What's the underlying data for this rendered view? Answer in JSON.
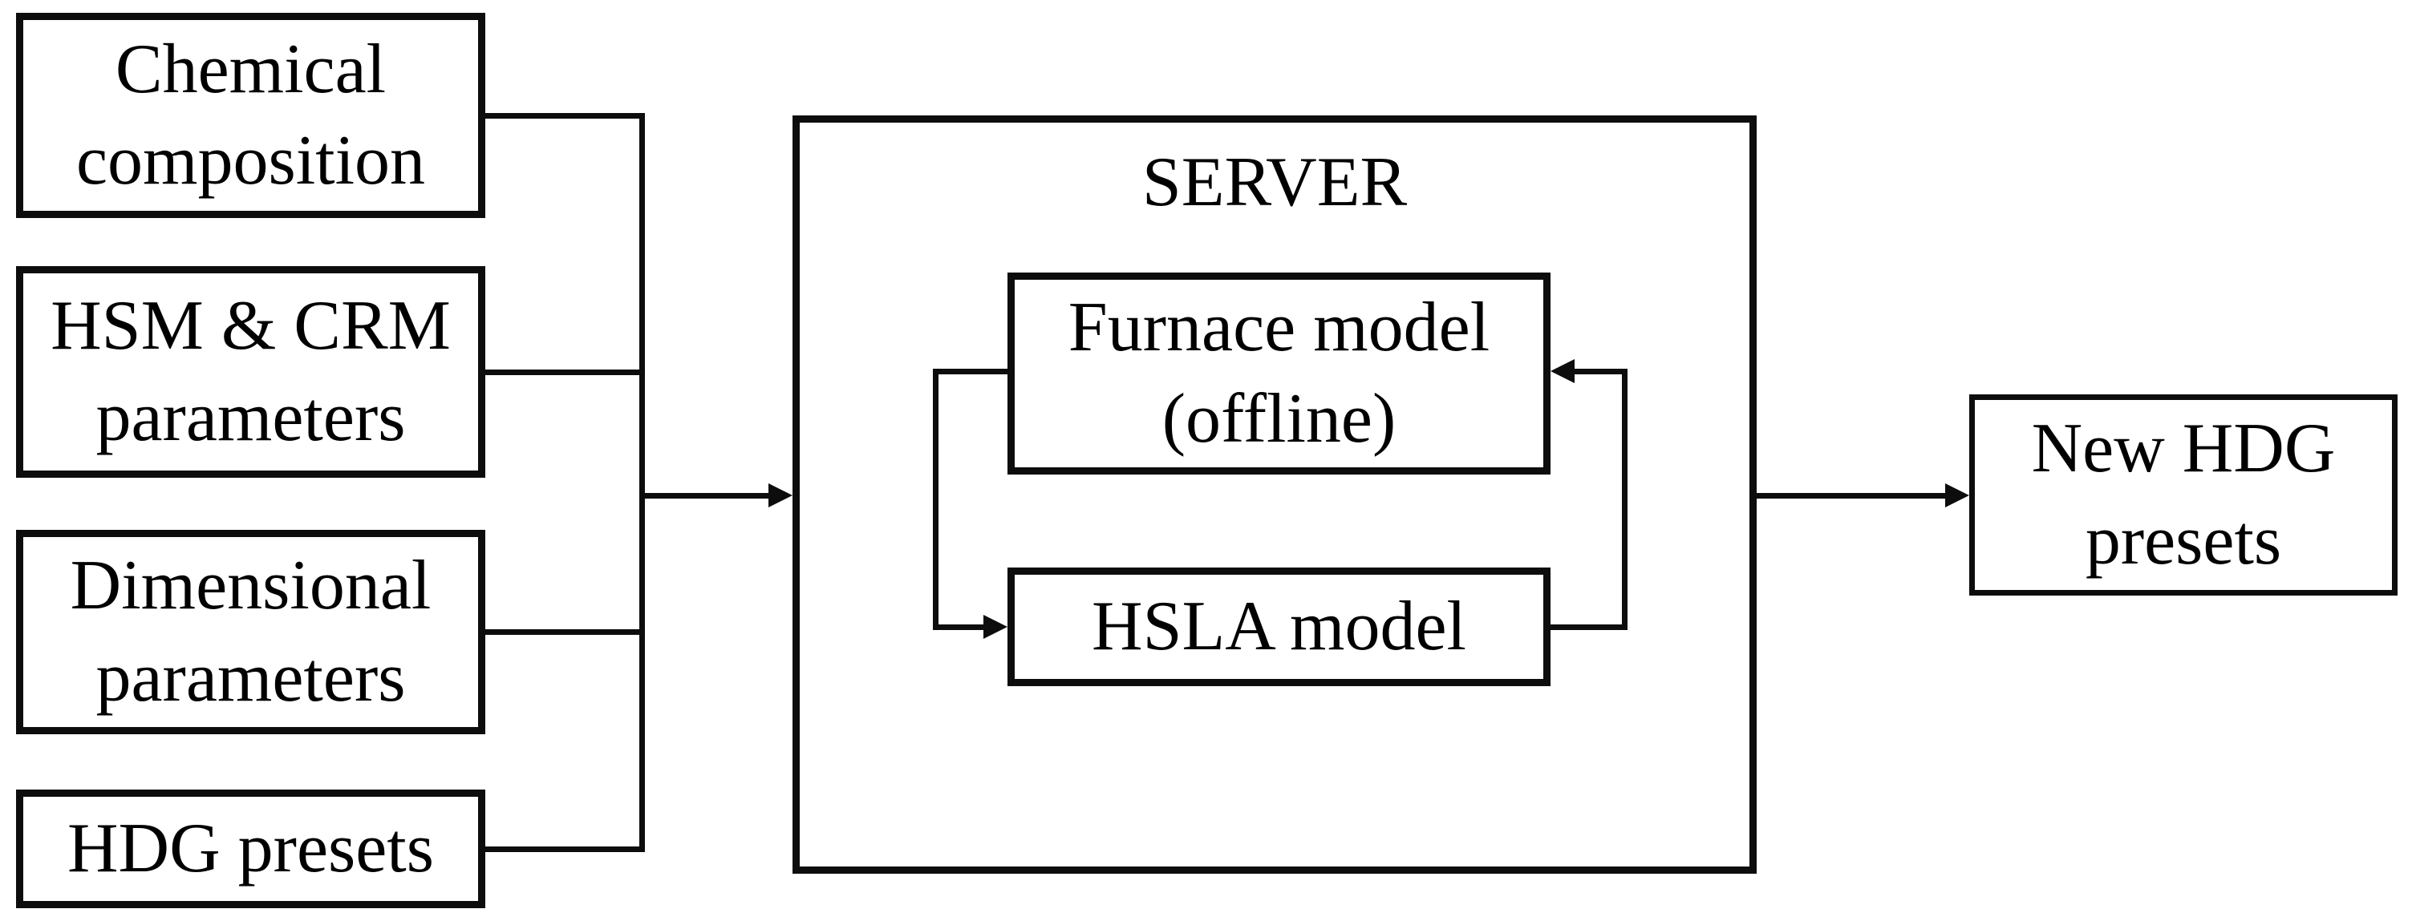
{
  "figure": {
    "type": "block-diagram",
    "background_color": "#ffffff",
    "line_color": "#0d0d0d",
    "text_color": "#000000",
    "inputs": [
      {
        "label": "Chemical composition"
      },
      {
        "label": "HSM & CRM parameters"
      },
      {
        "label": "Dimensional parameters"
      },
      {
        "label": "HDG presets"
      }
    ],
    "server": {
      "title": "SERVER",
      "furnace": {
        "label": "Furnace model (offline)"
      },
      "hsla": {
        "label": "HSLA model"
      }
    },
    "output": {
      "label": "New HDG presets"
    }
  }
}
